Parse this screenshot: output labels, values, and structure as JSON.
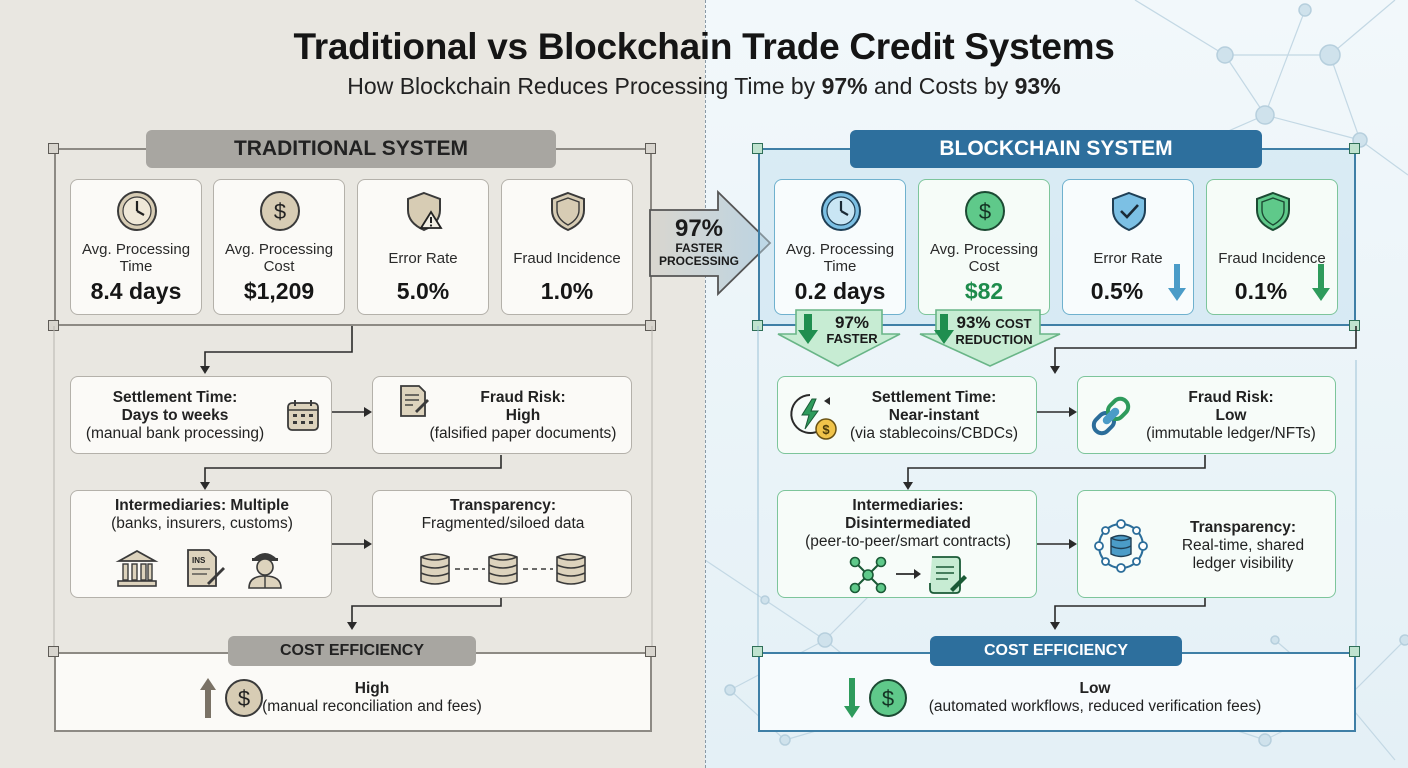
{
  "title": "Traditional vs Blockchain Trade Credit Systems",
  "subtitle": {
    "before": "How Blockchain Reduces Processing Time by ",
    "time_pct": "97%",
    "middle": " and Costs by ",
    "cost_pct": "93%"
  },
  "center_arrow": {
    "pct": "97%",
    "line1": "FASTER",
    "line2": "PROCESSING"
  },
  "traditional": {
    "header": "TRADITIONAL SYSTEM",
    "metrics": [
      {
        "label": "Avg. Processing Time",
        "value": "8.4 days",
        "icon": "clock-icon"
      },
      {
        "label": "Avg. Processing Cost",
        "value": "$1,209",
        "icon": "dollar-coin-icon"
      },
      {
        "label": "Error Rate",
        "value": "5.0%",
        "icon": "shield-warning-icon"
      },
      {
        "label": "Fraud Incidence",
        "value": "1.0%",
        "icon": "shield-icon"
      }
    ],
    "settlement": {
      "title1": "Settlement Time:",
      "title2": "Days to weeks",
      "detail": "(manual bank processing)"
    },
    "fraud": {
      "title1": "Fraud Risk:",
      "title2": "High",
      "detail": "(falsified paper documents)"
    },
    "intermediaries": {
      "title": "Intermediaries: Multiple",
      "detail": "(banks, insurers, customs)",
      "doc_label": "INS"
    },
    "transparency": {
      "title": "Transparency:",
      "detail": "Fragmented/siloed data"
    },
    "cost_header": "COST EFFICIENCY",
    "cost": {
      "title": "High",
      "detail": "(manual reconciliation and fees)"
    }
  },
  "blockchain": {
    "header": "BLOCKCHAIN SYSTEM",
    "metrics": [
      {
        "label": "Avg. Processing Time",
        "value": "0.2 days",
        "icon": "clock-icon"
      },
      {
        "label": "Avg. Processing Cost",
        "value": "$82",
        "icon": "dollar-coin-icon"
      },
      {
        "label": "Error Rate",
        "value": "0.5%",
        "icon": "shield-check-icon"
      },
      {
        "label": "Fraud Incidence",
        "value": "0.1%",
        "icon": "shield-icon"
      }
    ],
    "callout_faster": {
      "pct": "97%",
      "label": "FASTER"
    },
    "callout_cost": {
      "pct": "93%",
      "label1": "COST",
      "label2": "REDUCTION"
    },
    "settlement": {
      "title1": "Settlement Time:",
      "title2": "Near-instant",
      "detail": "(via stablecoins/CBDCs)"
    },
    "fraud": {
      "title1": "Fraud Risk:",
      "title2": "Low",
      "detail": "(immutable ledger/NFTs)"
    },
    "intermediaries": {
      "title1": "Intermediaries:",
      "title2": "Disintermediated",
      "detail": "(peer-to-peer/smart contracts)"
    },
    "transparency": {
      "title": "Transparency:",
      "detail1": "Real-time, shared",
      "detail2": "ledger visibility"
    },
    "cost_header": "COST EFFICIENCY",
    "cost": {
      "title": "Low",
      "detail": "(automated workflows, reduced verification fees)"
    }
  },
  "colors": {
    "traditional_accent": "#a8a6a1",
    "blockchain_accent": "#2d6f9d",
    "positive_green": "#2e9b5c",
    "cost_green": "#1e8c4c",
    "down_blue": "#4b9cc8"
  }
}
